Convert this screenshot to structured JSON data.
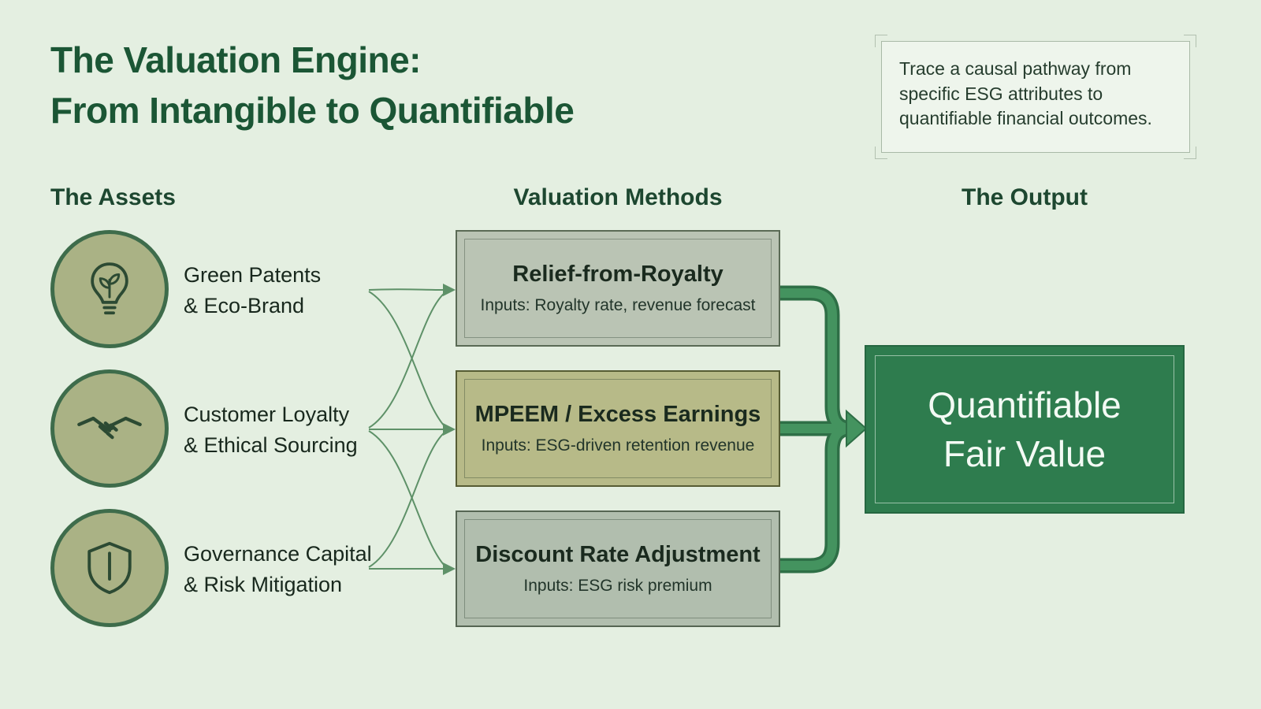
{
  "header": {
    "title": "The Valuation Engine:\nFrom Intangible to Quantifiable",
    "note": "Trace a causal pathway from\nspecific ESG attributes to\nquantifiable financial outcomes."
  },
  "columns": {
    "assets": "The Assets",
    "methods": "Valuation Methods",
    "output": "The Output"
  },
  "assets": [
    {
      "icon": "eco-lightbulb-icon",
      "label": "Green Patents\n& Eco-Brand"
    },
    {
      "icon": "handshake-icon",
      "label": "Customer Loyalty\n& Ethical Sourcing"
    },
    {
      "icon": "shield-icon",
      "label": "Governance Capital\n& Risk Mitigation"
    }
  ],
  "methods": [
    {
      "title": "Relief-from-Royalty",
      "inputs": "Inputs: Royalty rate, revenue forecast"
    },
    {
      "title": "MPEEM / Excess Earnings",
      "inputs": "Inputs: ESG-driven retention revenue"
    },
    {
      "title": "Discount Rate Adjustment",
      "inputs": "Inputs: ESG risk premium"
    }
  ],
  "output": {
    "label": "Quantifiable\nFair Value"
  },
  "colors": {
    "background": "#e4efe1",
    "title_green": "#1b5635",
    "output_green": "#2e7c4e",
    "circle_olive": "#aab285",
    "method_sage": "#bac4b4",
    "method_olive": "#b7ba88",
    "method_gray_sage": "#b1beae",
    "arrow_thin_green": "#5e9168",
    "arrow_thick_green": "#44935f"
  }
}
